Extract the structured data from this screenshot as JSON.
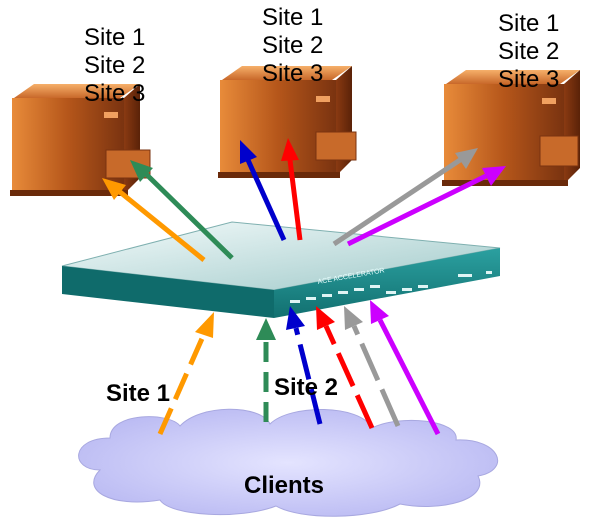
{
  "servers": [
    {
      "name": "server-left",
      "sites": [
        "Site 1",
        "Site 2",
        "Site 3"
      ]
    },
    {
      "name": "server-middle",
      "sites": [
        "Site 1",
        "Site 2",
        "Site 3"
      ]
    },
    {
      "name": "server-right",
      "sites": [
        "Site 1",
        "Site 2",
        "Site 3"
      ]
    }
  ],
  "switch": {
    "brand_text": "ACE ACCELERATOR"
  },
  "labels": {
    "site1": "Site 1",
    "site2": "Site 2",
    "clients": "Clients"
  },
  "colors": {
    "orange": "#ff9900",
    "green": "#2e8b57",
    "blue": "#0000cc",
    "red": "#ff0000",
    "gray": "#999999",
    "purple": "#cc00ff",
    "cloud": "#c8c8ff",
    "switch_top": "#cfe6e6",
    "switch_front": "#1a8a8a"
  }
}
